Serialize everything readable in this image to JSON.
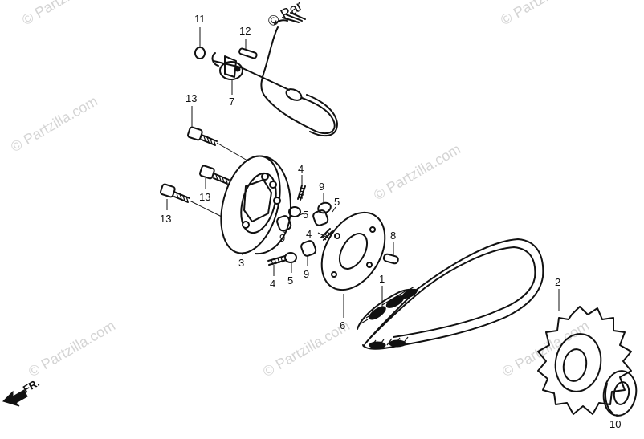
{
  "watermarks": {
    "text_1": "© Partzilla.com",
    "text_2": "© Partzilla.com",
    "text_3": "© Partzilla.com",
    "text_4": "© Partzilla.com",
    "text_5": "© Partzilla.com",
    "text_6": "© Partzilla.com",
    "text_7": "© Partzilla.com",
    "top_fragment": "© Par"
  },
  "direction": {
    "label": "FR."
  },
  "callouts": {
    "c1": "1",
    "c2": "2",
    "c3": "3",
    "c4a": "4",
    "c4b": "4",
    "c4c": "4",
    "c5a": "5",
    "c5b": "5",
    "c5c": "5",
    "c6": "6",
    "c7": "7",
    "c8": "8",
    "c9a": "9",
    "c9b": "9",
    "c9c": "9",
    "c10": "10",
    "c11": "11",
    "c12": "12",
    "c13a": "13",
    "c13b": "13",
    "c13c": "13"
  }
}
